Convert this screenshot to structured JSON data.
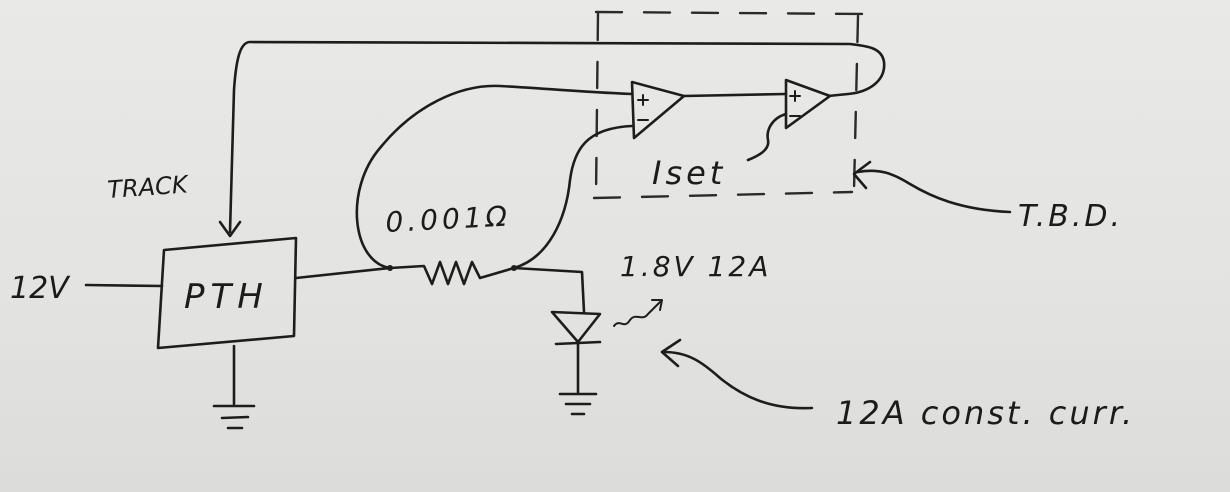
{
  "labels": {
    "track": "TRACK",
    "input_voltage": "12V",
    "pth": "PTH",
    "resistor": "0.001Ω",
    "led_rating": "1.8V 12A",
    "iset": "Iset",
    "tbd": "T.B.D.",
    "const_current": "12A const. curr."
  }
}
